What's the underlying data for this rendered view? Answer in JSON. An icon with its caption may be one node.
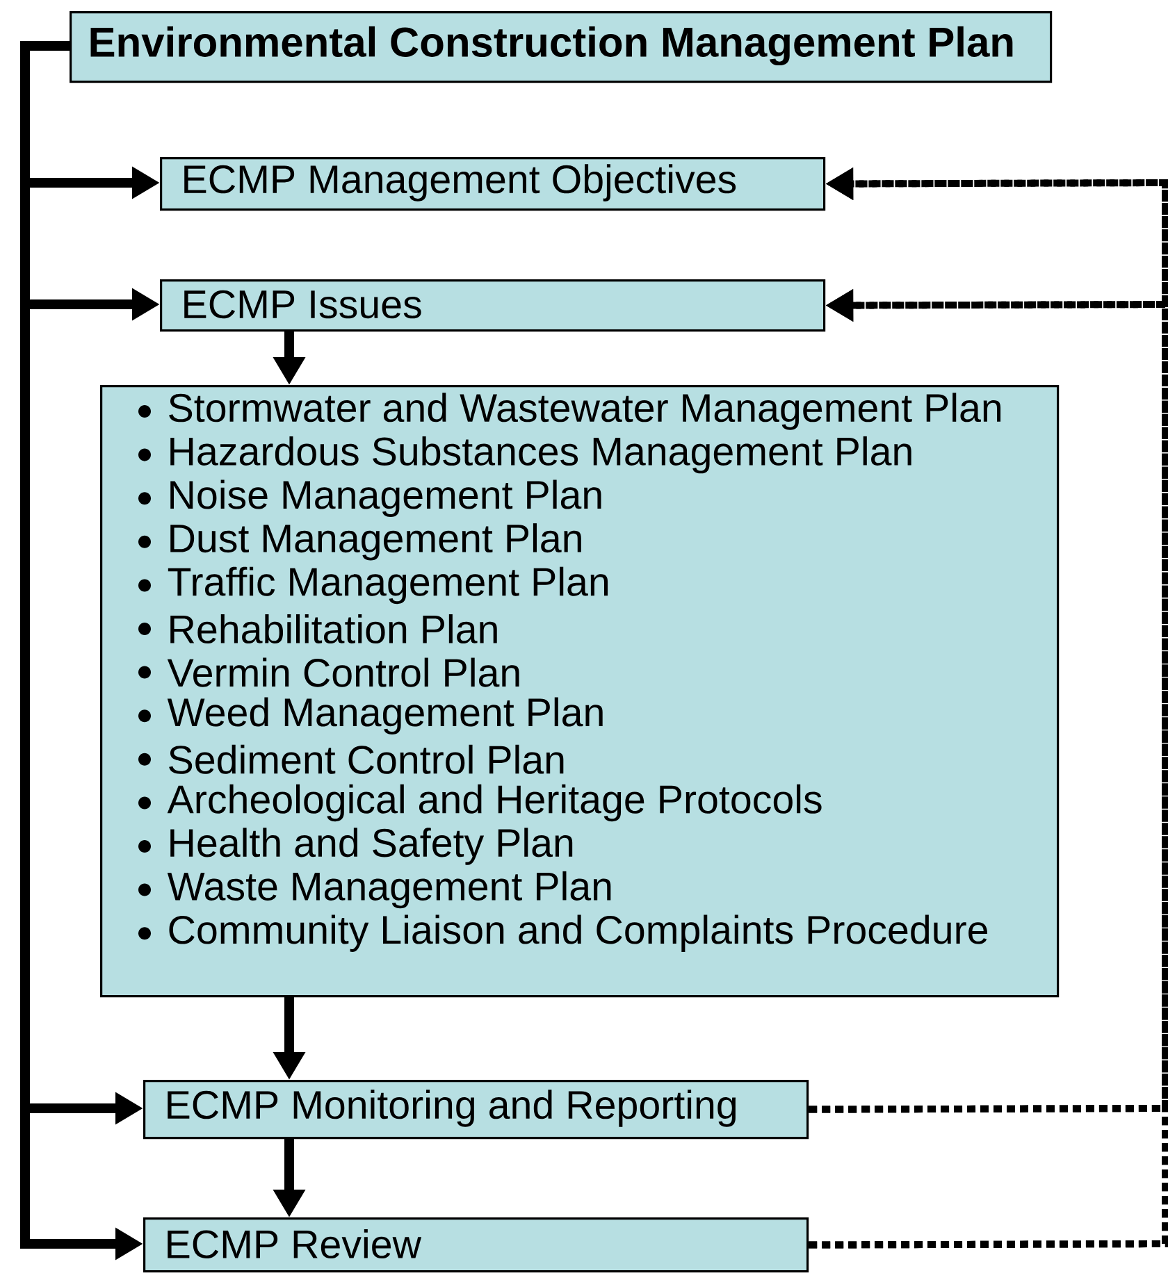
{
  "diagram": {
    "nodes": [
      {
        "text": [
          "Environmental Construction Management Plan"
        ]
      },
      {
        "text": [
          "ECMP Management Objectives"
        ]
      },
      {
        "text": [
          "ECMP Issues"
        ]
      },
      {
        "text": [
          "Stormwater and Wastewater Management Plan",
          "Hazardous Substances Management Plan",
          "Noise Management Plan",
          "Dust Management Plan",
          "Traffic Management Plan",
          "Rehabilitation Plan",
          "Vermin Control Plan",
          "Weed Management Plan",
          "Sediment Control Plan",
          "Archeological and Heritage Protocols",
          "Health and Safety Plan",
          "Waste Management Plan",
          "Community Liaison and Complaints Procedure"
        ]
      },
      {
        "text": [
          "ECMP Monitoring and Reporting"
        ]
      },
      {
        "text": [
          "ECMP Review"
        ]
      }
    ],
    "edges": [
      {
        "from": 0,
        "to": 1,
        "arrow": "to"
      },
      {
        "from": 0,
        "to": 2,
        "arrow": "to"
      },
      {
        "from": 0,
        "to": 4,
        "arrow": "to"
      },
      {
        "from": 0,
        "to": 5,
        "arrow": "to"
      },
      {
        "from": 2,
        "to": 3,
        "arrow": "to"
      },
      {
        "from": 3,
        "to": 4,
        "arrow": "to"
      },
      {
        "from": 4,
        "to": 5,
        "arrow": "to"
      },
      {
        "from": 4,
        "to": 1,
        "arrow": "to",
        "style": "dashed"
      },
      {
        "from": 4,
        "to": 2,
        "arrow": "to",
        "style": "dashed"
      },
      {
        "from": 5,
        "to": 1,
        "arrow": "to",
        "style": "dashed"
      },
      {
        "from": 5,
        "to": 2,
        "arrow": "to",
        "style": "dashed"
      }
    ]
  }
}
